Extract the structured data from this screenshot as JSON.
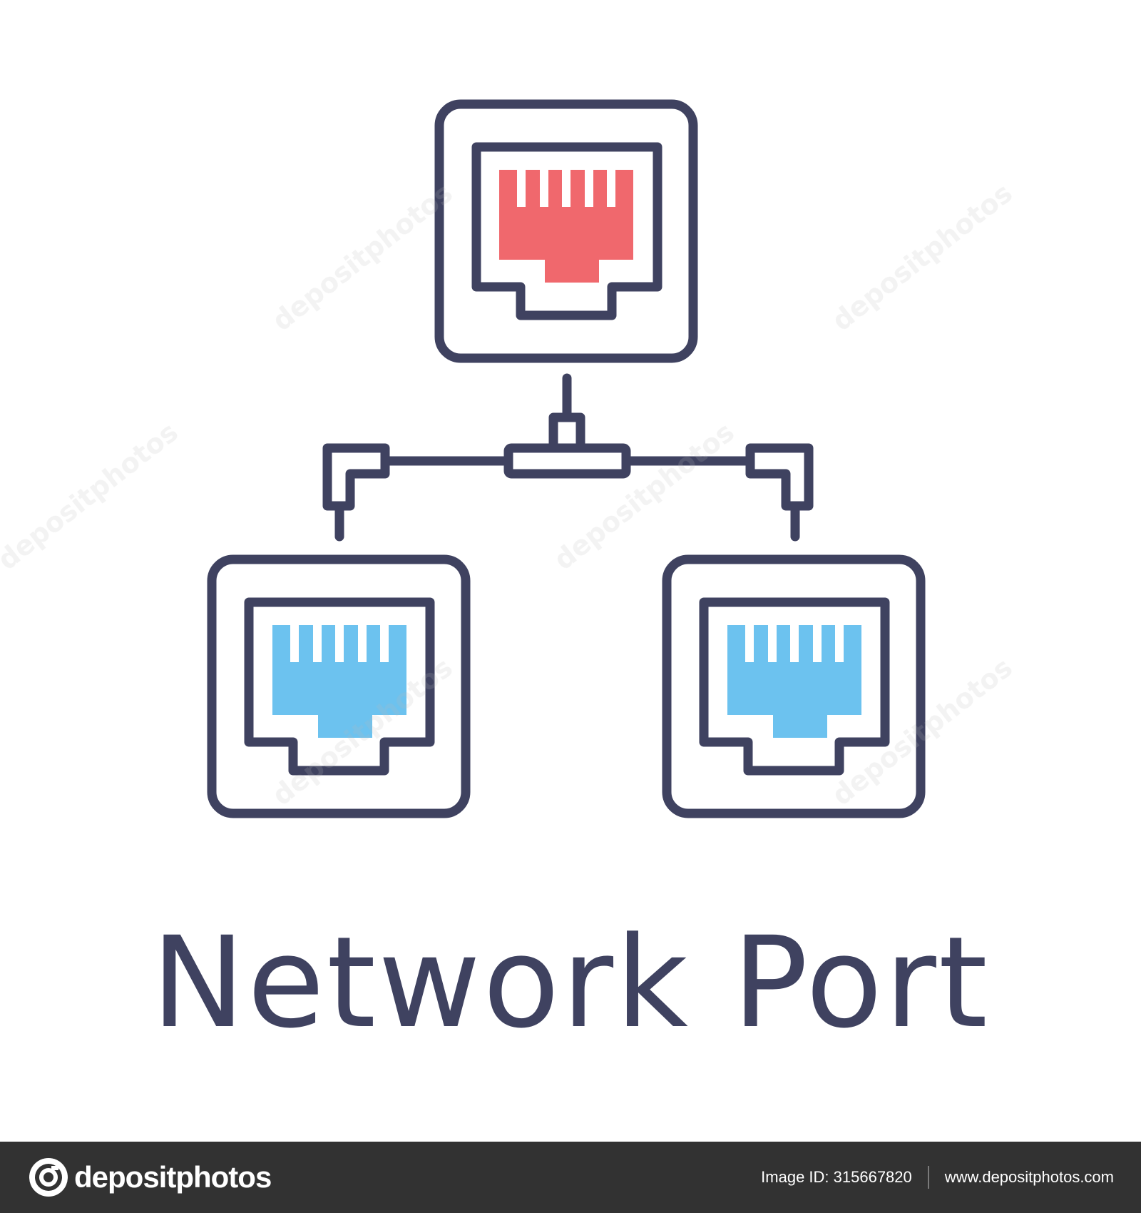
{
  "illustration": {
    "caption": "Network Port",
    "colors": {
      "outline": "#3f4260",
      "primary_port_fill": "#f0686d",
      "secondary_port_fill": "#6cc2ef",
      "background": "#ffffff"
    },
    "icons": [
      "rj45-port-red",
      "rj45-port-blue",
      "rj45-port-blue",
      "network-splitter"
    ]
  },
  "watermark": {
    "text": "depositphotos"
  },
  "footer": {
    "brand": "depositphotos",
    "image_id": "Image ID: 315667820",
    "website": "www.depositphotos.com",
    "background": "#323232"
  }
}
